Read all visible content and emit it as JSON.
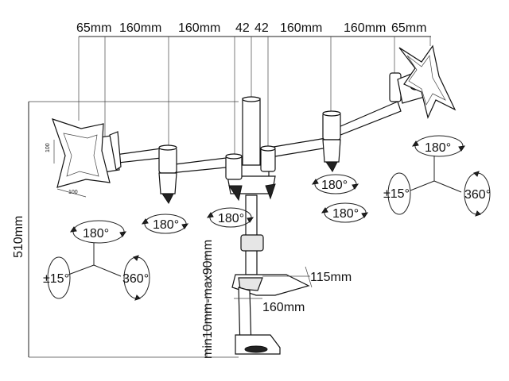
{
  "top_dimensions": [
    "65mm",
    "160mm",
    "160mm",
    "42",
    "42",
    "160mm",
    "160mm",
    "65mm"
  ],
  "height_label": "510mm",
  "clamp_label": "min10mm-max90mm",
  "base_depth_label": "115mm",
  "base_width_label": "160mm",
  "vesa_w": "100",
  "vesa_h": "100",
  "rotations": {
    "right_monitor": {
      "tilt": "180°",
      "swivel": "±15°",
      "rotate": "360°"
    },
    "left_monitor": {
      "tilt": "180°",
      "swivel": "±15°",
      "rotate": "360°"
    },
    "joints": [
      "180°",
      "180°",
      "180°",
      "180°"
    ]
  }
}
